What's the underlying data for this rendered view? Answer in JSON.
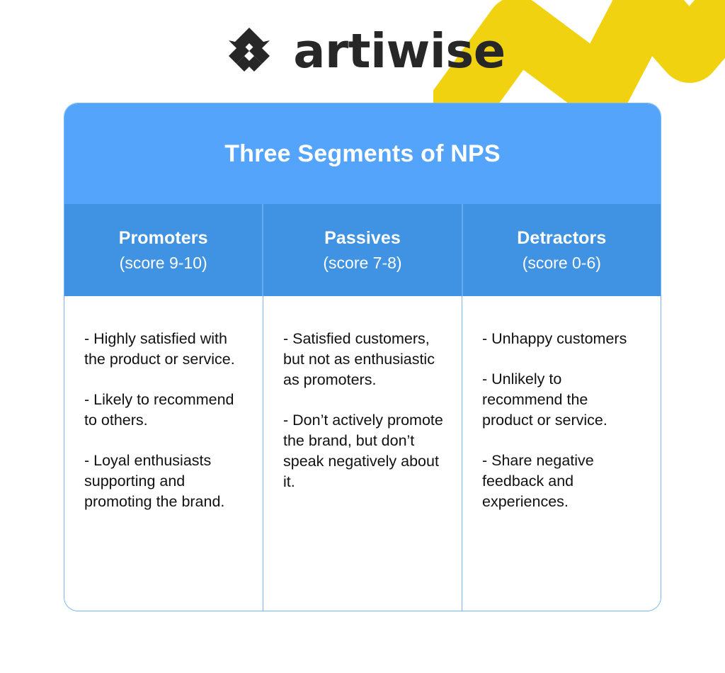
{
  "brand": {
    "logo_icon": "artiwise-chevron-logo-icon",
    "wordmark": "artiwise",
    "wordmark_color": "#272727",
    "accent_yellow": "#F0D211"
  },
  "decoration": {
    "zigzag_shape": "yellow-zigzag-arrow-shape",
    "color": "#F0D211"
  },
  "card": {
    "title": "Three Segments of NPS",
    "title_band_color": "#55A4FB",
    "header_band_color": "#4093E3",
    "border_color": "#74B4F7",
    "body_text_color": "#111111",
    "segments": [
      {
        "name": "Promoters",
        "score": "(score 9-10)",
        "bullets": [
          "- Highly satisfied with the product or service.",
          "- Likely to recommend to others.",
          "- Loyal enthusiasts supporting and promoting the brand."
        ]
      },
      {
        "name": "Passives",
        "score": "(score 7-8)",
        "bullets": [
          "- Satisfied customers, but not as enthusiastic as promoters.",
          "- Don’t actively promote the brand, but don’t speak negatively about it."
        ]
      },
      {
        "name": "Detractors",
        "score": "(score 0-6)",
        "bullets": [
          "- Unhappy customers",
          "- Unlikely to recommend the product or service.",
          "- Share negative feedback and experiences."
        ]
      }
    ]
  }
}
